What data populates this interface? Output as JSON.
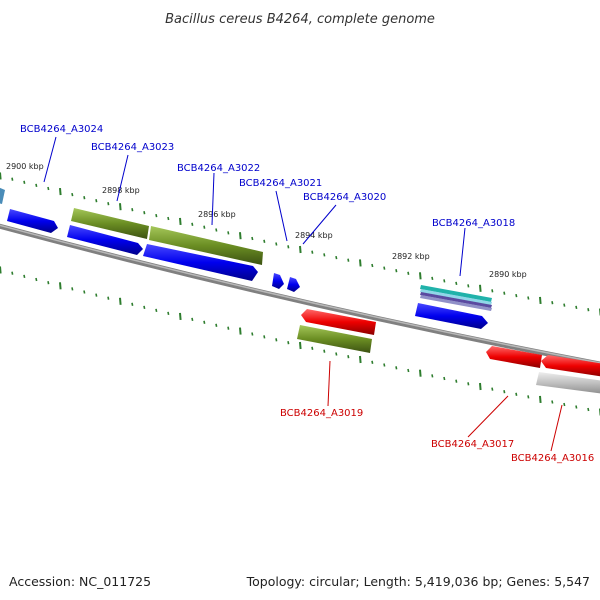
{
  "title": "Bacillus cereus B4264, complete genome",
  "footer": {
    "accession": "Accession: NC_011725",
    "topology": "Topology: circular; Length: 5,419,036 bp; Genes: 5,547"
  },
  "colors": {
    "forward_gene": "#0000ee",
    "reverse_gene": "#ee0000",
    "olive_gene": "#6b8e23",
    "grey_gene": "#c0c0c0",
    "teal_gene": "#20b2aa",
    "backbone": "#808080",
    "tick": "#2e7d2e",
    "forward_label": "#0000cc",
    "reverse_label": "#cc0000"
  },
  "scale_ticks": [
    "2900 kbp",
    "2898 kbp",
    "2896 kbp",
    "2894 kbp",
    "2892 kbp",
    "2890 kbp"
  ],
  "forward_loci": [
    "BCB4264_A3024",
    "BCB4264_A3023",
    "BCB4264_A3022",
    "BCB4264_A3021",
    "BCB4264_A3020",
    "BCB4264_A3018"
  ],
  "reverse_loci": [
    "BCB4264_A3019",
    "BCB4264_A3017",
    "BCB4264_A3016"
  ]
}
